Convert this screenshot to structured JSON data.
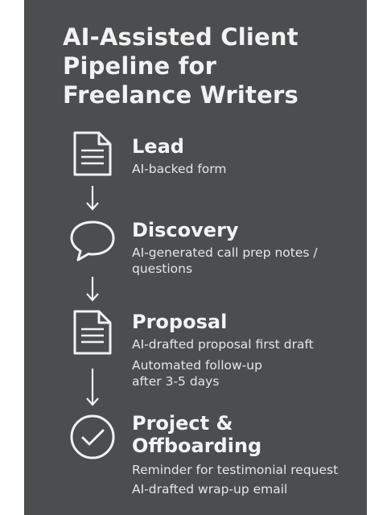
{
  "title": "AI-Assisted Client Pipeline for Freelance Writers",
  "colors": {
    "background": "#4c4d4f",
    "foreground": "#f2f2f2"
  },
  "steps": [
    {
      "icon": "document-icon",
      "title": "Lead",
      "details": [
        "AI-backed form"
      ]
    },
    {
      "icon": "speech-bubble-icon",
      "title": "Discovery",
      "details": [
        "AI-generated call prep notes / questions"
      ]
    },
    {
      "icon": "document-icon",
      "title": "Proposal",
      "details": [
        "AI-drafted proposal first draft",
        "Automated follow-up after 3-5 days"
      ]
    },
    {
      "icon": "checkmark-circle-icon",
      "title": "Project & Offboarding",
      "details": [
        "Reminder for testimonial request",
        "AI-drafted wrap-up email"
      ]
    }
  ]
}
